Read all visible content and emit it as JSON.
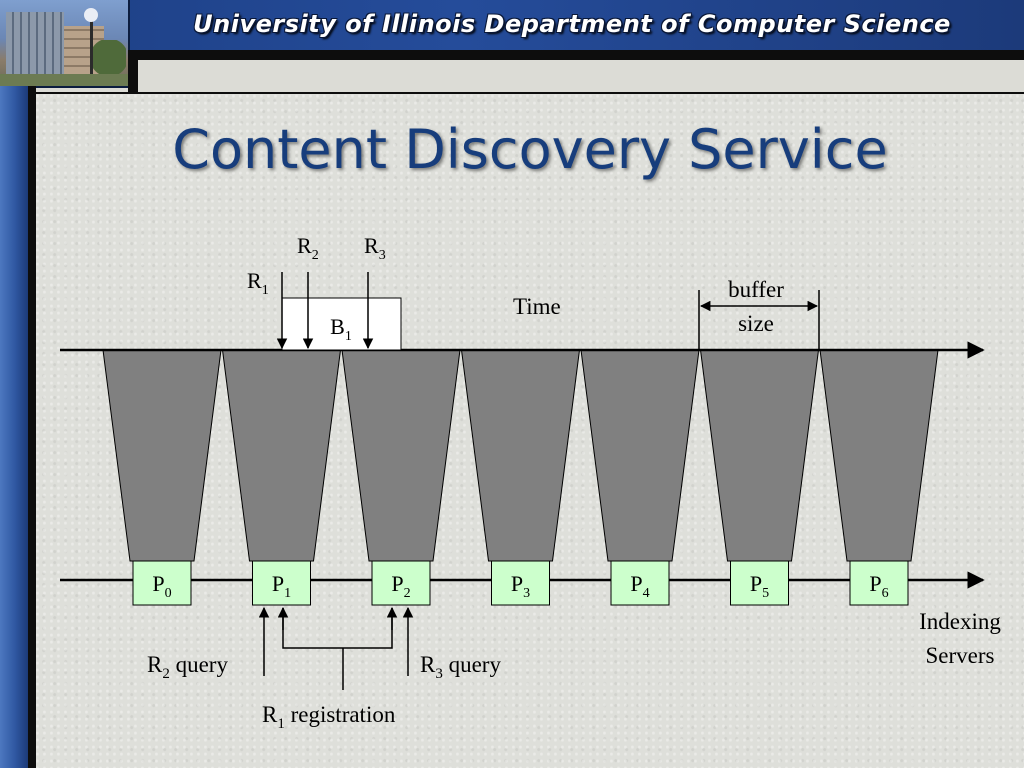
{
  "header": {
    "title": "University of Illinois Department of Computer Science"
  },
  "slide": {
    "title": "Content Discovery Service"
  },
  "diagram": {
    "time_label": "Time",
    "buffer_size_label": [
      "buffer",
      "size"
    ],
    "indexing_servers_label": [
      "Indexing",
      "Servers"
    ],
    "buffer_block": {
      "base": "B",
      "sub": "1"
    },
    "requests_top": [
      {
        "base": "R",
        "sub": "1"
      },
      {
        "base": "R",
        "sub": "2"
      },
      {
        "base": "R",
        "sub": "3"
      }
    ],
    "servers": [
      {
        "base": "P",
        "sub": "0"
      },
      {
        "base": "P",
        "sub": "1"
      },
      {
        "base": "P",
        "sub": "2"
      },
      {
        "base": "P",
        "sub": "3"
      },
      {
        "base": "P",
        "sub": "4"
      },
      {
        "base": "P",
        "sub": "5"
      },
      {
        "base": "P",
        "sub": "6"
      }
    ],
    "bottom_labels": {
      "r2_query": {
        "base": "R",
        "sub": "2",
        "text": " query"
      },
      "r3_query": {
        "base": "R",
        "sub": "3",
        "text": " query"
      },
      "r1_registration": {
        "base": "R",
        "sub": "1",
        "text": " registration"
      }
    },
    "colors": {
      "funnel_fill": "#808080",
      "server_box_fill": "#ccffcc",
      "arrow": "#000000"
    }
  }
}
